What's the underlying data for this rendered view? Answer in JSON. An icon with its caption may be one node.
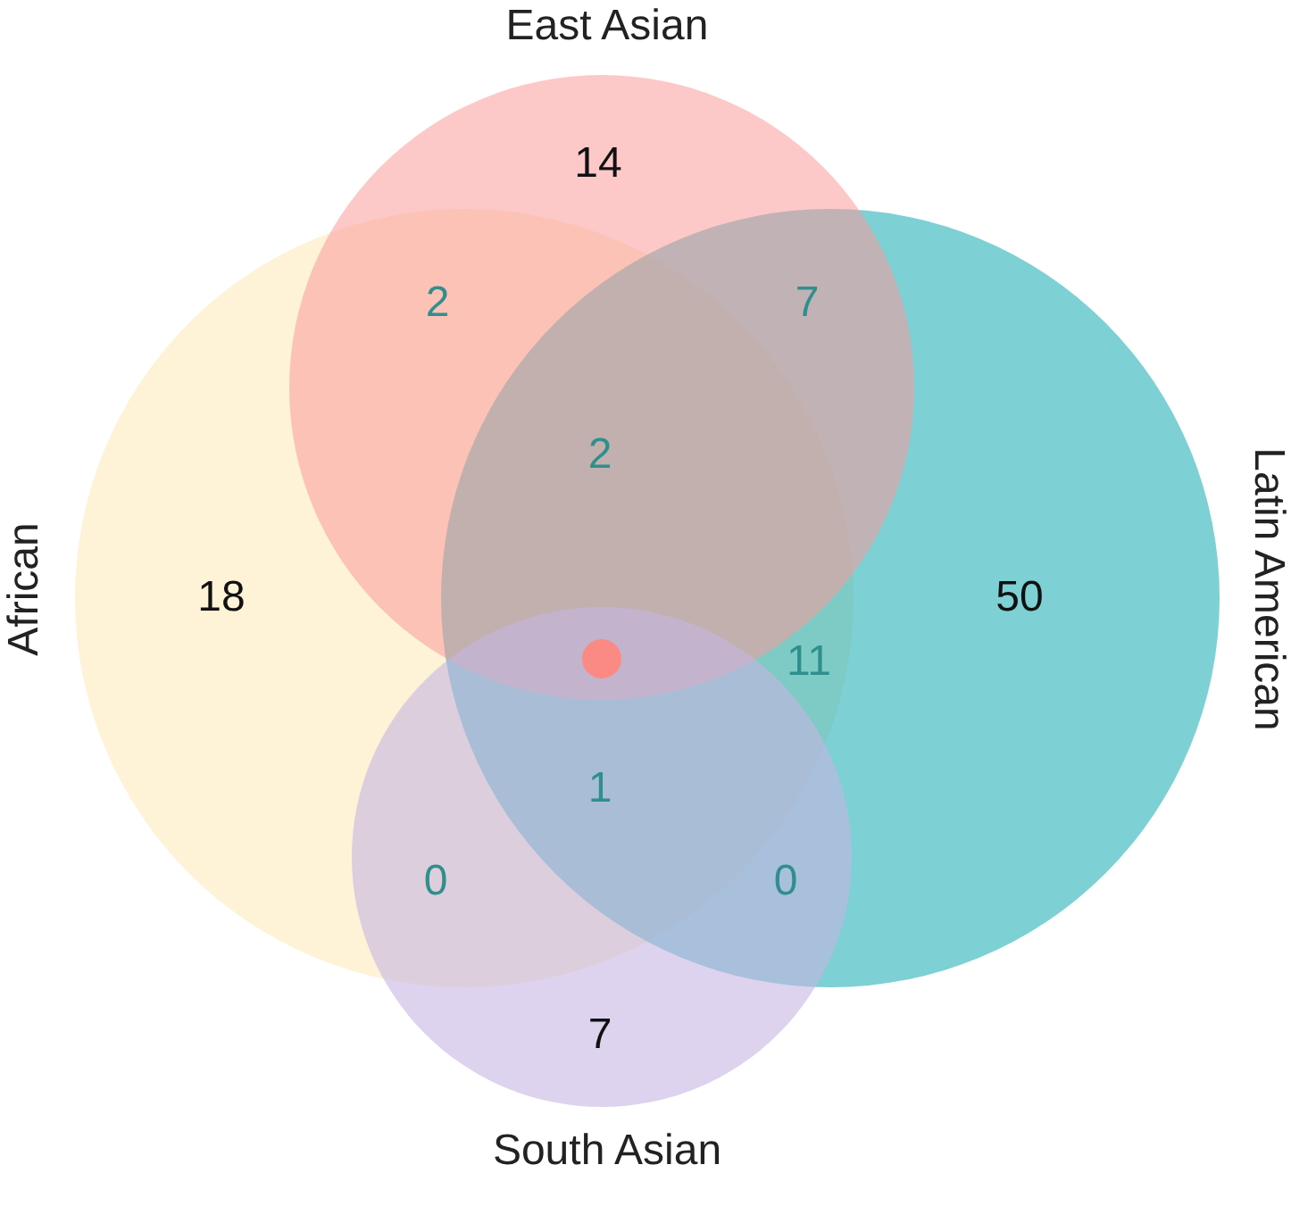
{
  "diagram": {
    "nodes": [
      {
        "text": [
          "African"
        ]
      },
      {
        "text": [
          "Latin American"
        ]
      },
      {
        "text": [
          "East Asian"
        ]
      },
      {
        "text": [
          "South Asian"
        ]
      }
    ],
    "edges": [],
    "labels": [
      "14",
      "2",
      "7",
      "2",
      "18",
      "50",
      "11",
      "1",
      "0",
      "0",
      "7"
    ]
  }
}
